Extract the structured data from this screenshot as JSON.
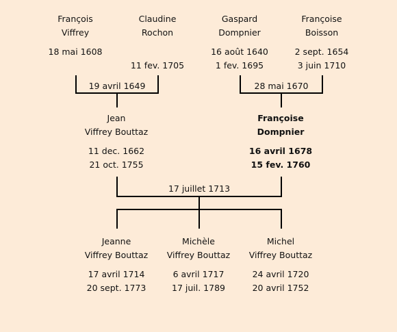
{
  "generation1": [
    {
      "first_name": "François",
      "last_name": "Viffrey",
      "birth": "18 mai 1608",
      "death": ""
    },
    {
      "first_name": "Claudine",
      "last_name": "Rochon",
      "birth": "",
      "death": "11 fev. 1705"
    },
    {
      "first_name": "Gaspard",
      "last_name": "Dompnier",
      "birth": "16 août 1640",
      "death": "1 fev. 1695"
    },
    {
      "first_name": "Françoise",
      "last_name": "Boisson",
      "birth": "2 sept. 1654",
      "death": "3 juin 1710"
    }
  ],
  "marriages": {
    "left": "19 avril 1649",
    "right": "28 mai 1670",
    "center": "17 juillet 1713"
  },
  "generation2": [
    {
      "first_name": "Jean",
      "last_name": "Viffrey Bouttaz",
      "birth": "11 dec. 1662",
      "death": "21 oct. 1755"
    },
    {
      "first_name": "Françoise",
      "last_name": "Dompnier",
      "birth": "16 avril 1678",
      "death": "15 fev. 1760"
    }
  ],
  "generation3": [
    {
      "first_name": "Jeanne",
      "last_name": "Viffrey Bouttaz",
      "birth": "17 avril 1714",
      "death": "20 sept. 1773"
    },
    {
      "first_name": "Michèle",
      "last_name": "Viffrey Bouttaz",
      "birth": "6 avril 1717",
      "death": "17 juil. 1789"
    },
    {
      "first_name": "Michel",
      "last_name": "Viffrey Bouttaz",
      "birth": "24 avril 1720",
      "death": "20 avril 1752"
    }
  ]
}
